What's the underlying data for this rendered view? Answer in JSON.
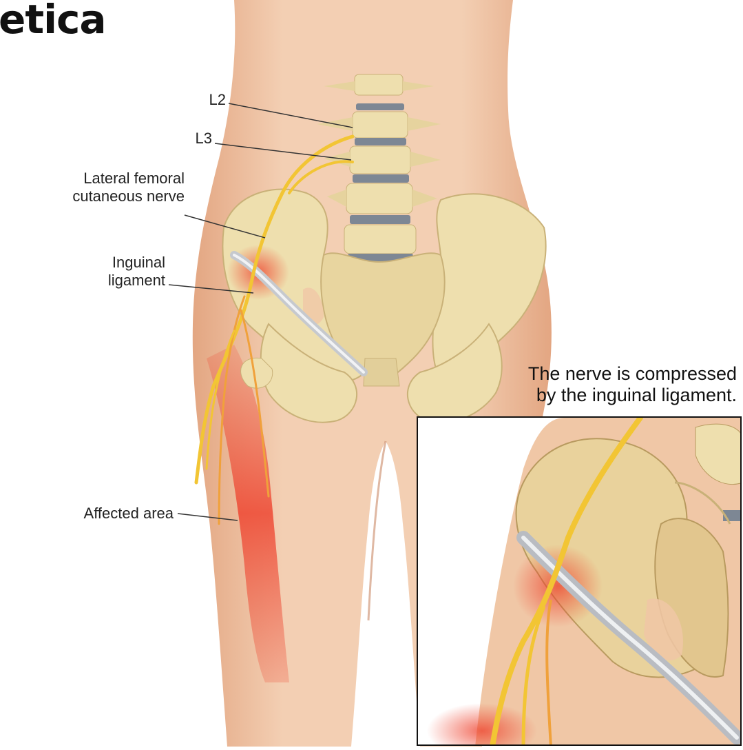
{
  "title": "etica",
  "labels": {
    "l2": "L2",
    "l3": "L3",
    "lfcn_line1": "Lateral femoral",
    "lfcn_line2": "cutaneous nerve",
    "inguinal_line1": "Inguinal",
    "inguinal_line2": "ligament",
    "affected": "Affected area"
  },
  "callout": {
    "line1": "The nerve is compressed",
    "line2": "by the inguinal ligament."
  },
  "colors": {
    "skin": "#f0c7a6",
    "skin_shadow": "#dca27e",
    "bone": "#eedfae",
    "bone_shadow": "#c9b178",
    "disc": "#7d8794",
    "nerve": "#f2c534",
    "inflammation": "#f0573c",
    "ligament": "#d7d9dd"
  }
}
